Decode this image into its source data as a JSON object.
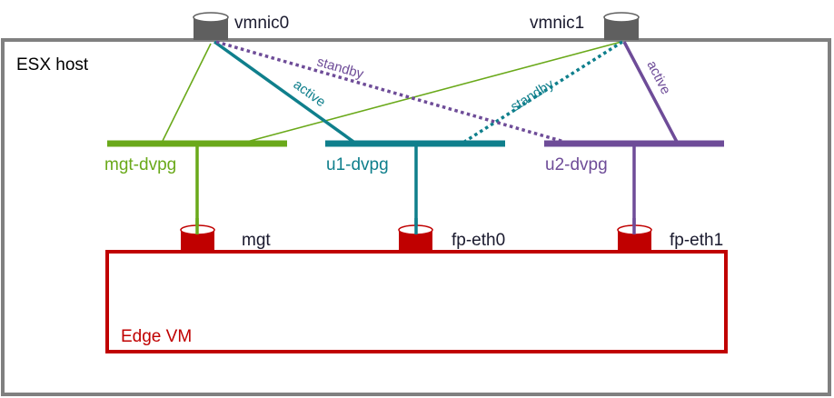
{
  "colors": {
    "host_border": "#808080",
    "nic_body": "#5f5f5f",
    "mgt": "#6aa91a",
    "u1": "#0f7f8c",
    "u2": "#6e4c98",
    "vm": "#c00000",
    "text_dark": "#1a1a2e"
  },
  "host": {
    "label": "ESX host"
  },
  "uplinks": [
    {
      "id": "vmnic0",
      "label": "vmnic0"
    },
    {
      "id": "vmnic1",
      "label": "vmnic1"
    }
  ],
  "port_groups": [
    {
      "id": "mgt",
      "label": "mgt-dvpg"
    },
    {
      "id": "u1",
      "label": "u1-dvpg"
    },
    {
      "id": "u2",
      "label": "u2-dvpg"
    }
  ],
  "links": [
    {
      "from": "vmnic0",
      "to": "mgt",
      "mode": "",
      "style": "thin"
    },
    {
      "from": "vmnic1",
      "to": "mgt",
      "mode": "",
      "style": "thin"
    },
    {
      "from": "vmnic0",
      "to": "u1",
      "mode": "active",
      "style": "solid"
    },
    {
      "from": "vmnic1",
      "to": "u1",
      "mode": "standby",
      "style": "dotted"
    },
    {
      "from": "vmnic0",
      "to": "u2",
      "mode": "standby",
      "style": "dotted"
    },
    {
      "from": "vmnic1",
      "to": "u2",
      "mode": "active",
      "style": "solid"
    }
  ],
  "vm": {
    "label": "Edge VM",
    "interfaces": [
      {
        "id": "mgt",
        "label": "mgt",
        "port_group": "mgt"
      },
      {
        "id": "fp-eth0",
        "label": "fp-eth0",
        "port_group": "u1"
      },
      {
        "id": "fp-eth1",
        "label": "fp-eth1",
        "port_group": "u2"
      }
    ]
  },
  "link_labels": {
    "vmnic0_u1": "active",
    "vmnic1_u1": "standby",
    "vmnic0_u2": "standby",
    "vmnic1_u2": "active"
  }
}
